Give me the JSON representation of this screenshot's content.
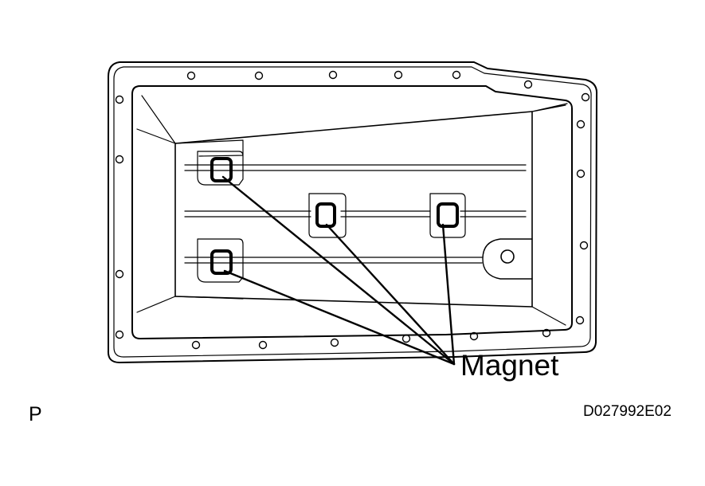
{
  "diagram": {
    "callout_label": "Magnet",
    "corner_mark": "P",
    "figure_code": "D027992E02",
    "line_color": "#000000",
    "background_color": "#ffffff",
    "magnet_count": 4
  }
}
